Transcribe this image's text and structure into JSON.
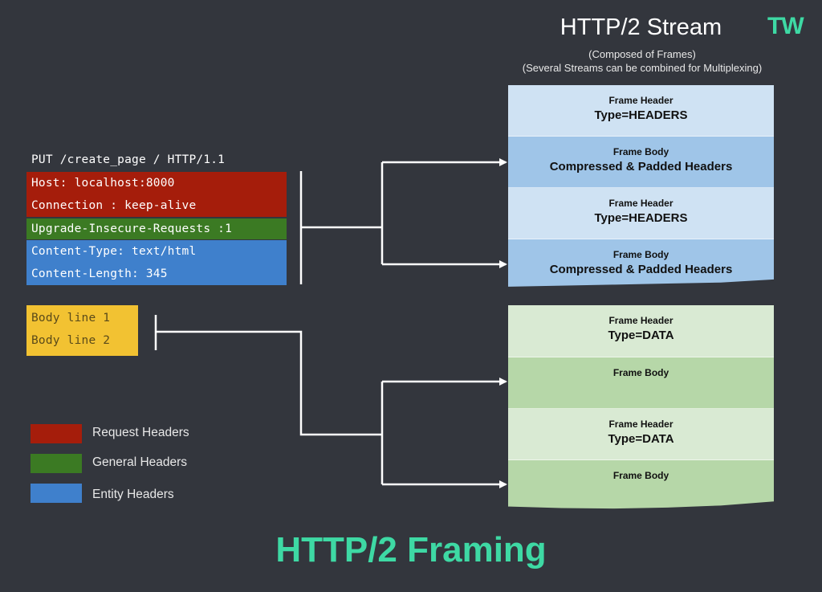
{
  "logo": "TW",
  "stream": {
    "title": "HTTP/2 Stream",
    "subtitle_line1": "(Composed of Frames)",
    "subtitle_line2": "(Several Streams can be combined for Multiplexing)"
  },
  "request": {
    "request_line": "PUT /create_page / HTTP/1.1",
    "lines": [
      {
        "text": "Host: localhost:8000",
        "kind": "request"
      },
      {
        "text": "Connection : keep-alive",
        "kind": "request"
      },
      {
        "text": "Upgrade-Insecure-Requests :1",
        "kind": "general"
      },
      {
        "text": "Content-Type: text/html",
        "kind": "entity"
      },
      {
        "text": "Content-Length: 345",
        "kind": "entity"
      }
    ],
    "body_lines": [
      "Body line 1",
      "Body line 2"
    ]
  },
  "legend": [
    {
      "label": "Request Headers",
      "color": "#a51d0b"
    },
    {
      "label": "General Headers",
      "color": "#3b7a23"
    },
    {
      "label": "Entity Headers",
      "color": "#3f80cc"
    }
  ],
  "header_frames": [
    {
      "label": "Frame Header",
      "detail": "Type=HEADERS"
    },
    {
      "label": "Frame Body",
      "detail": "Compressed & Padded Headers"
    },
    {
      "label": "Frame Header",
      "detail": "Type=HEADERS"
    },
    {
      "label": "Frame Body",
      "detail": "Compressed & Padded Headers"
    }
  ],
  "data_frames": [
    {
      "label": "Frame Header",
      "detail": "Type=DATA"
    },
    {
      "label": "Frame Body",
      "detail": ""
    },
    {
      "label": "Frame Header",
      "detail": "Type=DATA"
    },
    {
      "label": "Frame Body",
      "detail": ""
    }
  ],
  "footer_title": "HTTP/2 Framing",
  "colors": {
    "background": "#33363d",
    "request_header": "#a51d0b",
    "general_header": "#3b7a23",
    "entity_header": "#3f80cc",
    "body": "#f2c232",
    "frame_header_blue": "#cfe2f3",
    "frame_body_blue": "#9fc5e8",
    "frame_header_green": "#d9ead3",
    "frame_body_green": "#b6d7a8",
    "accent_green": "#3ed9a4"
  }
}
